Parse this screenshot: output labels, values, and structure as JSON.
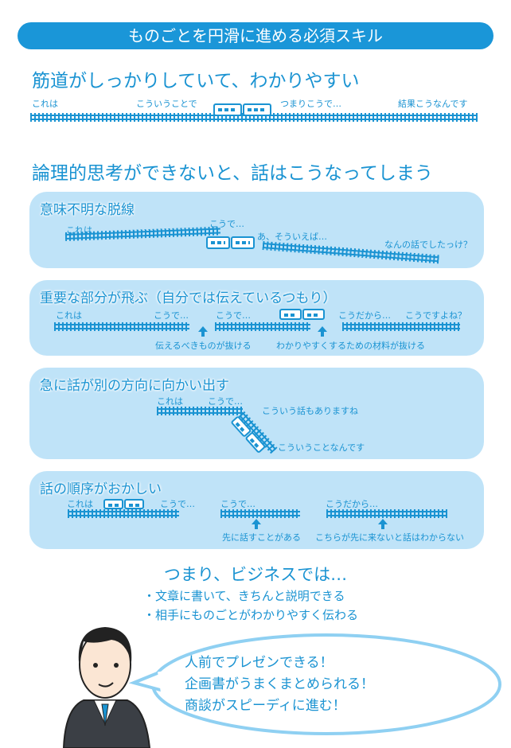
{
  "banner": "ものごとを円滑に進める必須スキル",
  "good": {
    "heading": "筋道がしっかりしていて、わかりやすい",
    "labels": [
      "これは",
      "こういうことで",
      "つまりこうで…",
      "結果こうなんです"
    ]
  },
  "bad_heading": "論理的思考ができないと、話はこうなってしまう",
  "panels": [
    {
      "title": "意味不明な脱線",
      "labels": [
        "これは",
        "こうで…",
        "あ、そういえば…",
        "なんの話でしたっけ？"
      ]
    },
    {
      "title": "重要な部分が飛ぶ（自分では伝えているつもり）",
      "labels": [
        "これは",
        "こうで…",
        "こうで…",
        "こうだから…",
        "こうですよね？"
      ],
      "notes": [
        "伝えるべきものが抜ける",
        "わかりやすくするための材料が抜ける"
      ]
    },
    {
      "title": "急に話が別の方向に向かい出す",
      "labels": [
        "これは",
        "こうで…",
        "こういう話もありますね",
        "こういうことなんです"
      ]
    },
    {
      "title": "話の順序がおかしい",
      "labels": [
        "これは",
        "こうで…",
        "こうで…",
        "こうだから…"
      ],
      "notes": [
        "先に話すことがある",
        "こちらが先に来ないと話はわからない"
      ]
    }
  ],
  "summary": {
    "heading": "つまり、ビジネスでは…",
    "bullets": [
      "・文章に書いて、きちんと説明できる",
      "・相手にものごとがわかりやすく伝わる"
    ]
  },
  "bubble": [
    "人前でプレゼンできる！",
    "企画書がうまくまとめられる！",
    "商談がスピーディに進む！"
  ],
  "colors": {
    "accent": "#1a96d8",
    "panel": "#bfe3f8"
  }
}
